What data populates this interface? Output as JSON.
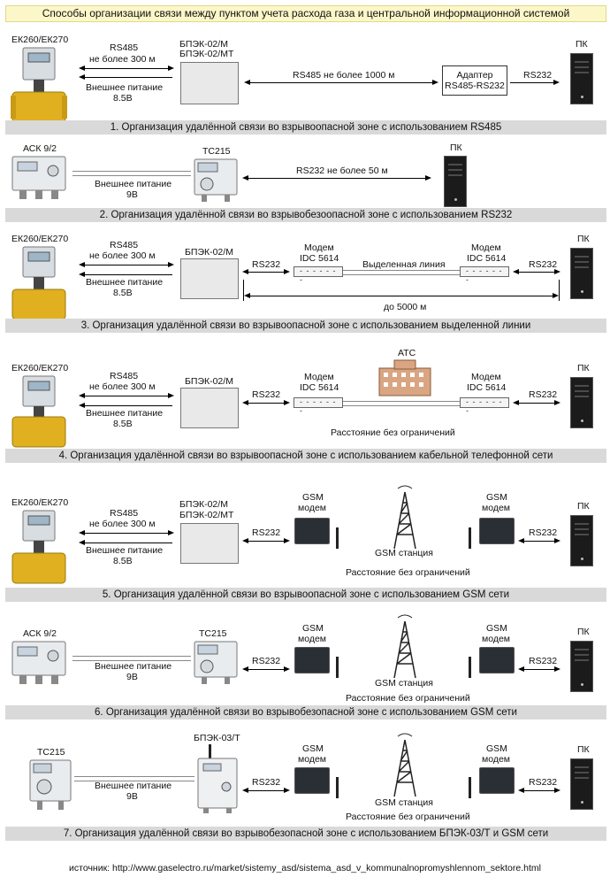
{
  "title": "Способы организации связи между пунктом учета расхода газа и центральной информационной системой",
  "source": "источник: http://www.gaselectro.ru/market/sistemy_asd/sistema_asd_v_kommunalnopromyshlennom_sektore.html",
  "labels": {
    "ek": "ЕК260/ЕК270",
    "ack": "АСК 9/2",
    "tc215": "ТС215",
    "bpek02m": "БПЭК-02/М",
    "bpek02mt": "БПЭК-02/МТ",
    "bpek03t": "БПЭК-03/Т",
    "pc": "ПК",
    "rs485": "RS485",
    "le300": "не более 300 м",
    "power85_1": "Внешнее питание",
    "power85_2": "8.5В",
    "power9_2": "9В",
    "rs485_1000": "RS485 не более 1000 м",
    "adapter_1": "Адаптер",
    "adapter_2": "RS485-RS232",
    "rs232": "RS232",
    "rs232_50": "RS232 не более 50 м",
    "modem": "Модем",
    "idc": "IDC 5614",
    "leased": "Выделенная линия",
    "upto5000": "до 5000 м",
    "atc": "АТС",
    "nolimit": "Расстояние без ограничений",
    "gsm": "GSM",
    "gsm_modem": "модем",
    "gsm_station": "GSM станция"
  },
  "captions": [
    "1. Организация удалённой связи во взрывоопасной зоне с использованием RS485",
    "2. Организация удалённой связи во взрывобезоопасной зоне с использованием RS232",
    "3. Организация удалённой связи во взрывоопасной зоне с использованием выделенной линии",
    "4. Организация удалённой связи во взрывоопасной зоне с использованием кабельной телефонной сети",
    "5. Организация удалённой связи во взрывоопасной зоне с использованием GSM сети",
    "6. Организация удалённой связи во взрывобезопасной зоне с использованием GSM сети",
    "7. Организация удалённой связи во взрывобезопасной зоне с использованием БПЭК-03/Т и GSM сети"
  ],
  "colors": {
    "title_bg": "#fbf7c8",
    "caption_bg": "#d9d9d9",
    "pipe": "#e0b020",
    "gsm_body": "#2a2e35"
  }
}
